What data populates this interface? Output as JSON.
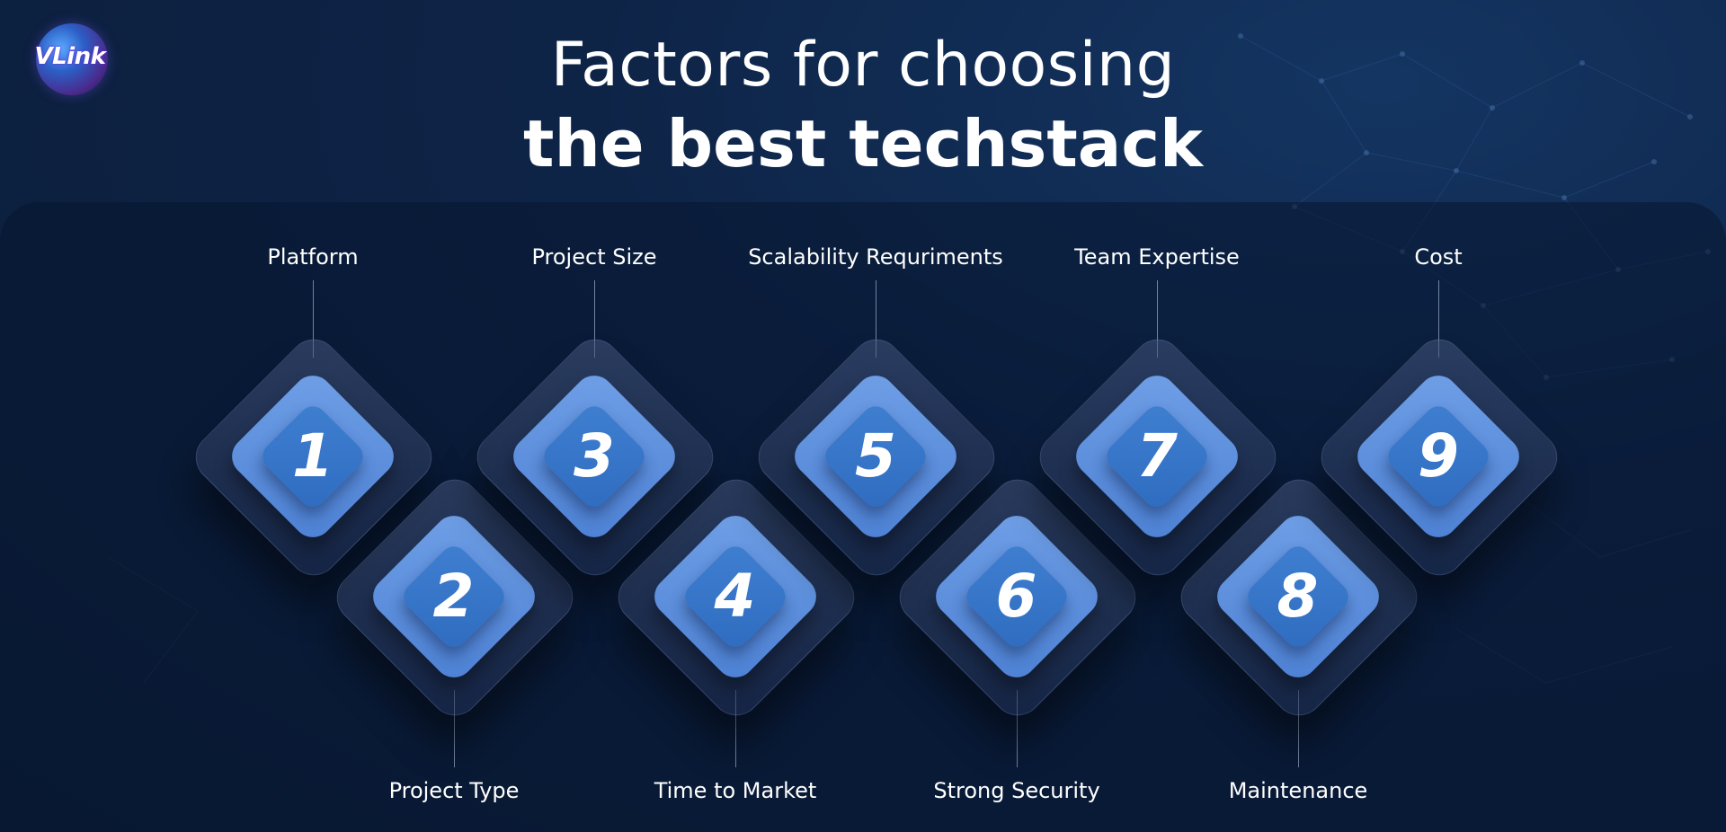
{
  "brand": {
    "logo_text": "VLink"
  },
  "heading": {
    "line1": "Factors for choosing",
    "line2": "the best techstack"
  },
  "colors": {
    "background": "#0d1f3f",
    "tile_blue": "#4d81d4",
    "tile_inner": "#2f6cc0",
    "text": "#ffffff"
  },
  "factors": [
    {
      "number": "1",
      "label": "Platform"
    },
    {
      "number": "2",
      "label": "Project Type"
    },
    {
      "number": "3",
      "label": "Project Size"
    },
    {
      "number": "4",
      "label": "Time to Market"
    },
    {
      "number": "5",
      "label": "Scalability Requriments"
    },
    {
      "number": "6",
      "label": "Strong Security"
    },
    {
      "number": "7",
      "label": "Team Expertise"
    },
    {
      "number": "8",
      "label": "Maintenance"
    },
    {
      "number": "9",
      "label": "Cost"
    }
  ]
}
